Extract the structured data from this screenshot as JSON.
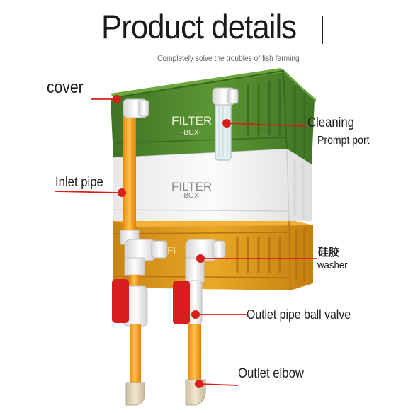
{
  "header": {
    "title": "Product details",
    "subtitle": "Completely solve the troubles of fish farming"
  },
  "product": {
    "tiers": [
      {
        "name": "top",
        "color": "#4f8a2c",
        "label": "FILTER",
        "sublabel": "-BOX-"
      },
      {
        "name": "middle",
        "color": "#f4f4f4",
        "label": "FILTER",
        "sublabel": "-BOX-"
      },
      {
        "name": "bottom",
        "color": "#e2a020",
        "label": "FI",
        "sublabel": ""
      }
    ]
  },
  "callouts": {
    "cover": "cover",
    "cleaning_line1": "Cleaning",
    "cleaning_line2": "Prompt port",
    "inlet_pipe": "Inlet pipe",
    "silicone": "硅胶",
    "washer": "washer",
    "outlet_valve": "Outlet pipe ball valve",
    "outlet_elbow": "Outlet elbow"
  },
  "colors": {
    "callout_line": "#d8201a",
    "pipe_orange": "#f0a020",
    "valve_red": "#d81e1e",
    "fitting_white": "#eeeeee"
  }
}
